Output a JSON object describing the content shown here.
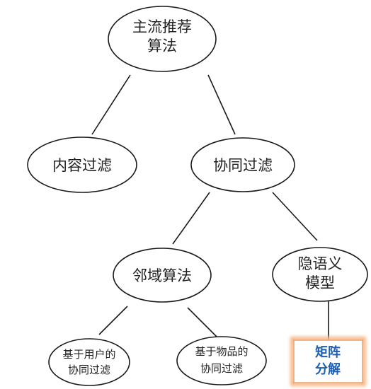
{
  "nodes": {
    "root": {
      "lines": [
        "主流推荐",
        "算法"
      ]
    },
    "content": {
      "lines": [
        "内容过滤"
      ]
    },
    "collab": {
      "lines": [
        "协同过滤"
      ]
    },
    "neighbor": {
      "lines": [
        "邻域算法"
      ]
    },
    "latent": {
      "lines": [
        "隐语义",
        "模型"
      ]
    },
    "user_cf": {
      "lines": [
        "基于用户的",
        "协同过滤"
      ]
    },
    "item_cf": {
      "lines": [
        "基于物品的",
        "协同过滤"
      ]
    },
    "matrix": {
      "lines": [
        "矩阵",
        "分解"
      ]
    }
  },
  "colors": {
    "stroke": "#1a1a1a",
    "highlight_border": "#f0b27a",
    "highlight_text": "#1d5fb0"
  }
}
